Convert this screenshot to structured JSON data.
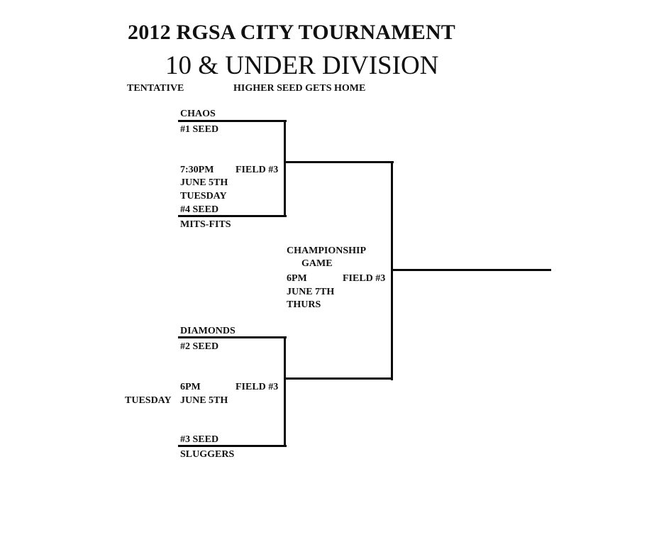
{
  "header": {
    "title": "2012 RGSA CITY TOURNAMENT",
    "subtitle": "10 & UNDER DIVISION",
    "status_note": "TENTATIVE",
    "rule_note": "HIGHER SEED GETS HOME"
  },
  "bracket": {
    "semifinal_1": {
      "top_team": "CHAOS",
      "top_seed": "#1 SEED",
      "time": "7:30PM",
      "field": "FIELD #3",
      "date": "JUNE 5TH",
      "day": "TUESDAY",
      "bottom_seed": "#4 SEED",
      "bottom_team": "MITS-FITS"
    },
    "semifinal_2": {
      "top_team": "DIAMONDS",
      "top_seed": "#2 SEED",
      "time": "6PM",
      "field": "FIELD #3",
      "day": "TUESDAY",
      "date": "JUNE 5TH",
      "bottom_seed": "#3 SEED",
      "bottom_team": "SLUGGERS"
    },
    "championship": {
      "title_line1": "CHAMPIONSHIP",
      "title_line2": "GAME",
      "time": "6PM",
      "field": "FIELD #3",
      "date": "JUNE 7TH",
      "day": "THURS"
    }
  }
}
